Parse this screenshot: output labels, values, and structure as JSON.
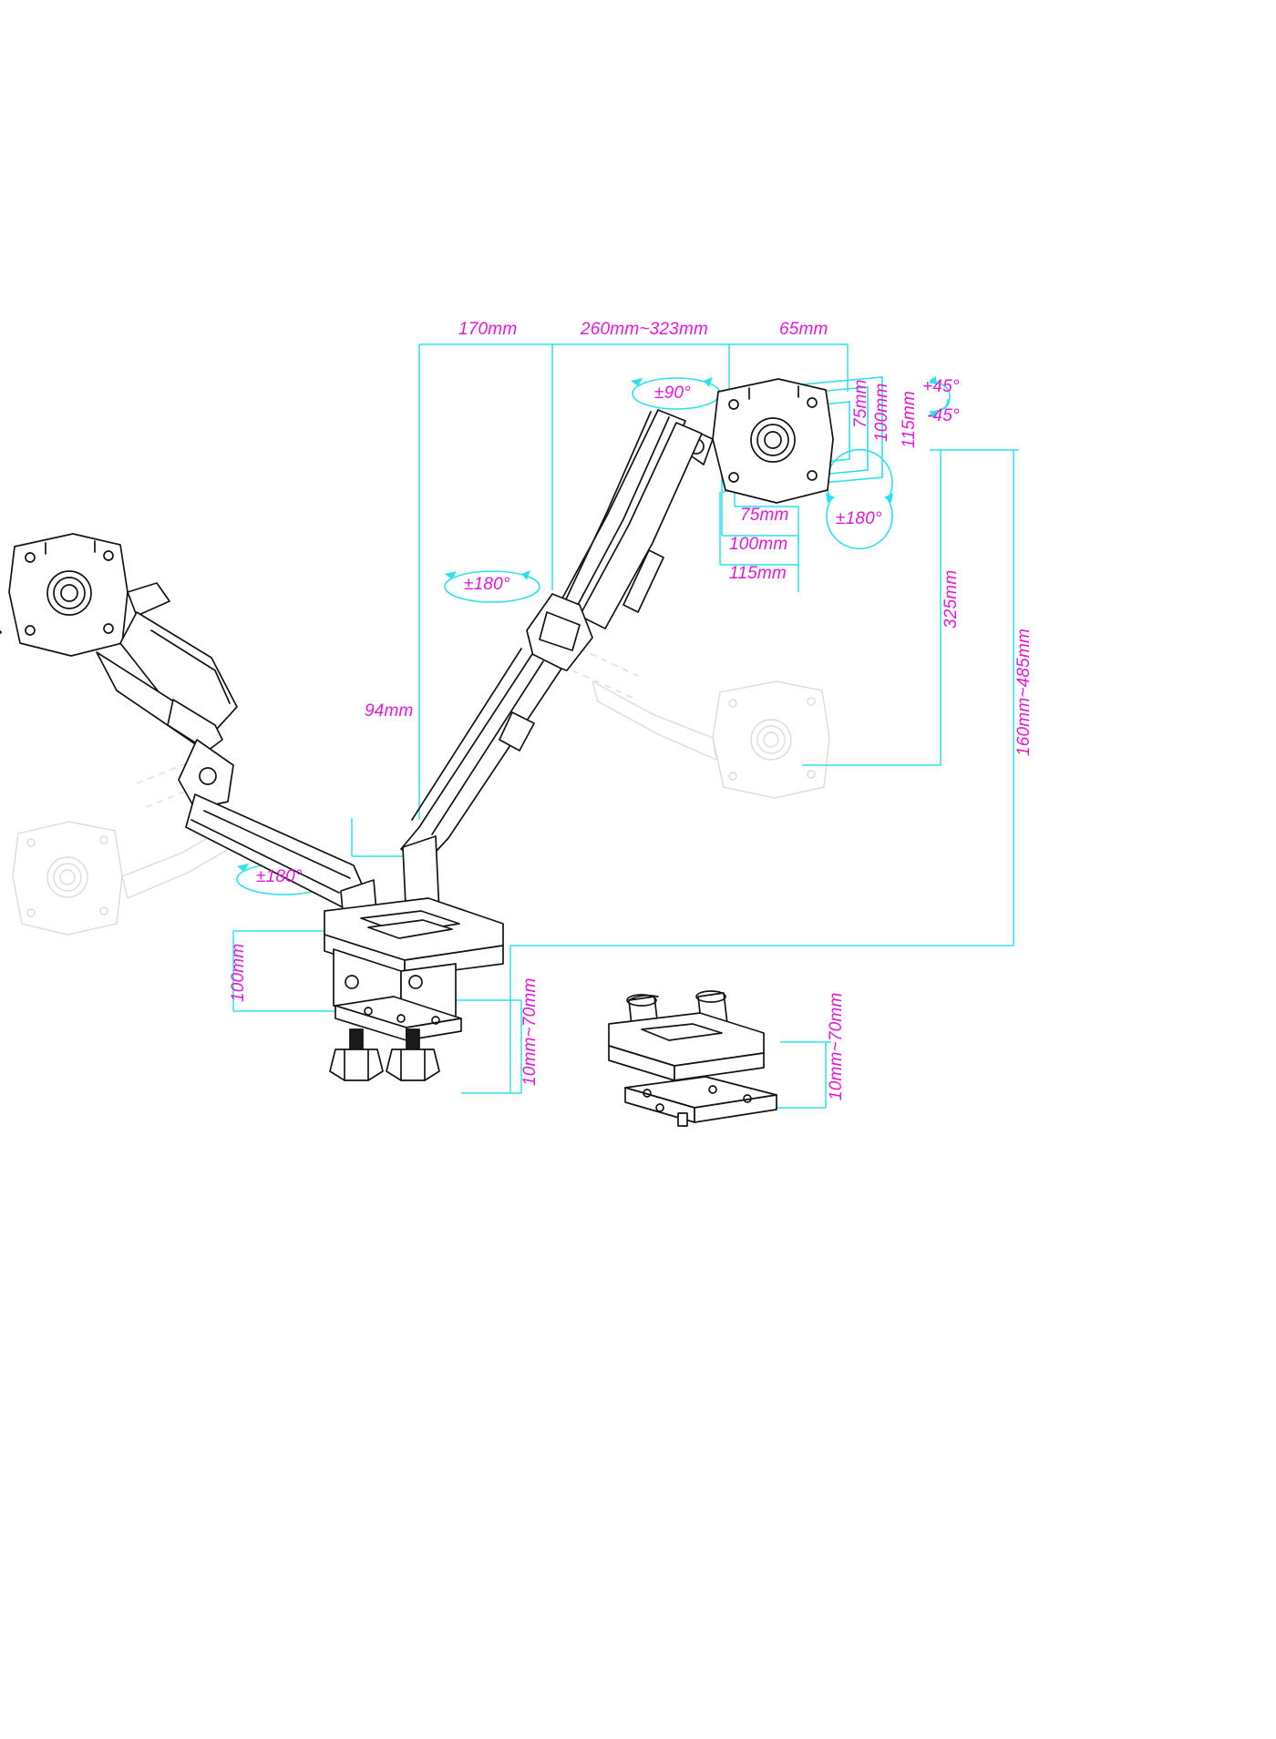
{
  "document": {
    "title": "Dual Monitor Gas Spring Desk Mount - Dimensional Drawing",
    "background_color": "#ffffff",
    "dimension_line_color": "#2fe0ea",
    "label_color": "#e11ad6",
    "product_outline_color": "#1a1a1a",
    "ghost_outline_color": "#d9d9d9"
  },
  "dimensions": {
    "top_row": [
      {
        "id": "reach-base-to-elbow",
        "text": "170mm"
      },
      {
        "id": "reach-elbow-to-head",
        "text": "260mm~323mm"
      },
      {
        "id": "head-depth",
        "text": "65mm"
      }
    ],
    "vesa_vertical": [
      {
        "id": "vesa-v-75",
        "text": "75mm"
      },
      {
        "id": "vesa-v-100",
        "text": "100mm"
      },
      {
        "id": "vesa-v-115",
        "text": "115mm"
      }
    ],
    "vesa_horizontal": [
      {
        "id": "vesa-h-75",
        "text": "75mm"
      },
      {
        "id": "vesa-h-100",
        "text": "100mm"
      },
      {
        "id": "vesa-h-115",
        "text": "115mm"
      }
    ],
    "column_offset": {
      "id": "column-offset",
      "text": "94mm"
    },
    "height_from_desk": {
      "id": "height-from-desk",
      "text": "325mm"
    },
    "height_range": {
      "id": "height-range",
      "text": "160mm~485mm"
    },
    "base_width": {
      "id": "base-width",
      "text": "100mm"
    },
    "clamp_thickness_left": {
      "id": "clamp-thickness-left",
      "text": "10mm~70mm"
    },
    "clamp_thickness_right": {
      "id": "clamp-thickness-right",
      "text": "10mm~70mm"
    }
  },
  "rotations": [
    {
      "id": "head-pan",
      "text": "±90°",
      "style": "ellipse"
    },
    {
      "id": "elbow-rotate",
      "text": "±180°",
      "style": "ellipse"
    },
    {
      "id": "base-rotate",
      "text": "±180°",
      "style": "ellipse"
    },
    {
      "id": "head-rotate",
      "text": "±180°",
      "style": "circle"
    }
  ],
  "tilt": {
    "up": {
      "id": "tilt-up",
      "text": "+45°"
    },
    "down": {
      "id": "tilt-down",
      "text": "-45°"
    }
  }
}
